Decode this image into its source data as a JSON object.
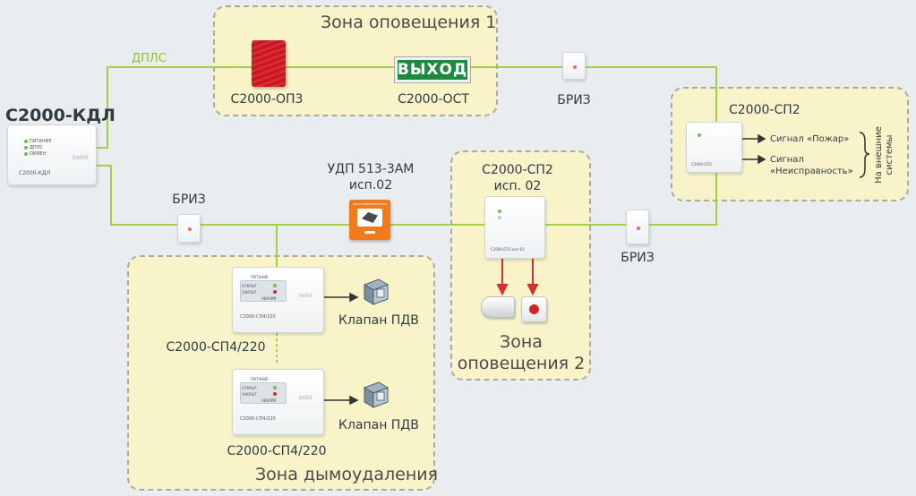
{
  "zones": {
    "zone1": "Зона оповещения 1",
    "zone2": "Зона\nоповещения 2",
    "smoke": "Зона дымоудаления"
  },
  "line_label": "ДПЛС",
  "devices": {
    "kdl_title": "С2000-КДЛ",
    "kdl_plate": "С2000-КДЛ",
    "kdl_leds": [
      "ПИТАНИЕ",
      "ДПЛС",
      "ОБМЕН"
    ],
    "brand": "bolid",
    "op3": "С2000-ОП3",
    "exit_sign_text": "ВЫХОД",
    "ost": "С2000-ОСТ",
    "briz_top": "БРИЗ",
    "briz_left": "БРИЗ",
    "briz_right": "БРИЗ",
    "udp": "УДП 513-3АМ\nисп.02",
    "udp_plate": "ДИСТАНЦИОННЫЙ ПУСК",
    "sp2_mid": "С2000-СП2\nисп. 02",
    "sp2_mid_plate": "С2000-СП2 исп.02",
    "sp2_right": "С2000-СП2",
    "sp2_right_plate": "С2000-СП2",
    "sp4_top": "С2000-СП4/220",
    "sp4_bottom": "С2000-СП4/220",
    "sp4_plate": "С2000-СП4/220",
    "sp4_panel_labels": [
      "ПИТАНИЕ",
      "ОТКРЫТ",
      "ЗАКРЫТ",
      "АВАРИЯ"
    ],
    "valve_top": "Клапан ПДВ",
    "valve_bottom": "Клапан ПДВ"
  },
  "signals": {
    "fire": "Сигнал «Пожар»",
    "fault_line1": "Сигнал",
    "fault_line2": "«Неисправность»",
    "external": "На внешние\nсистемы"
  },
  "colors": {
    "line": "#a3cf45",
    "arrow_red": "#d3322a",
    "zone_fill": "#f8f3c8",
    "exit_green": "#1f8a3f"
  }
}
